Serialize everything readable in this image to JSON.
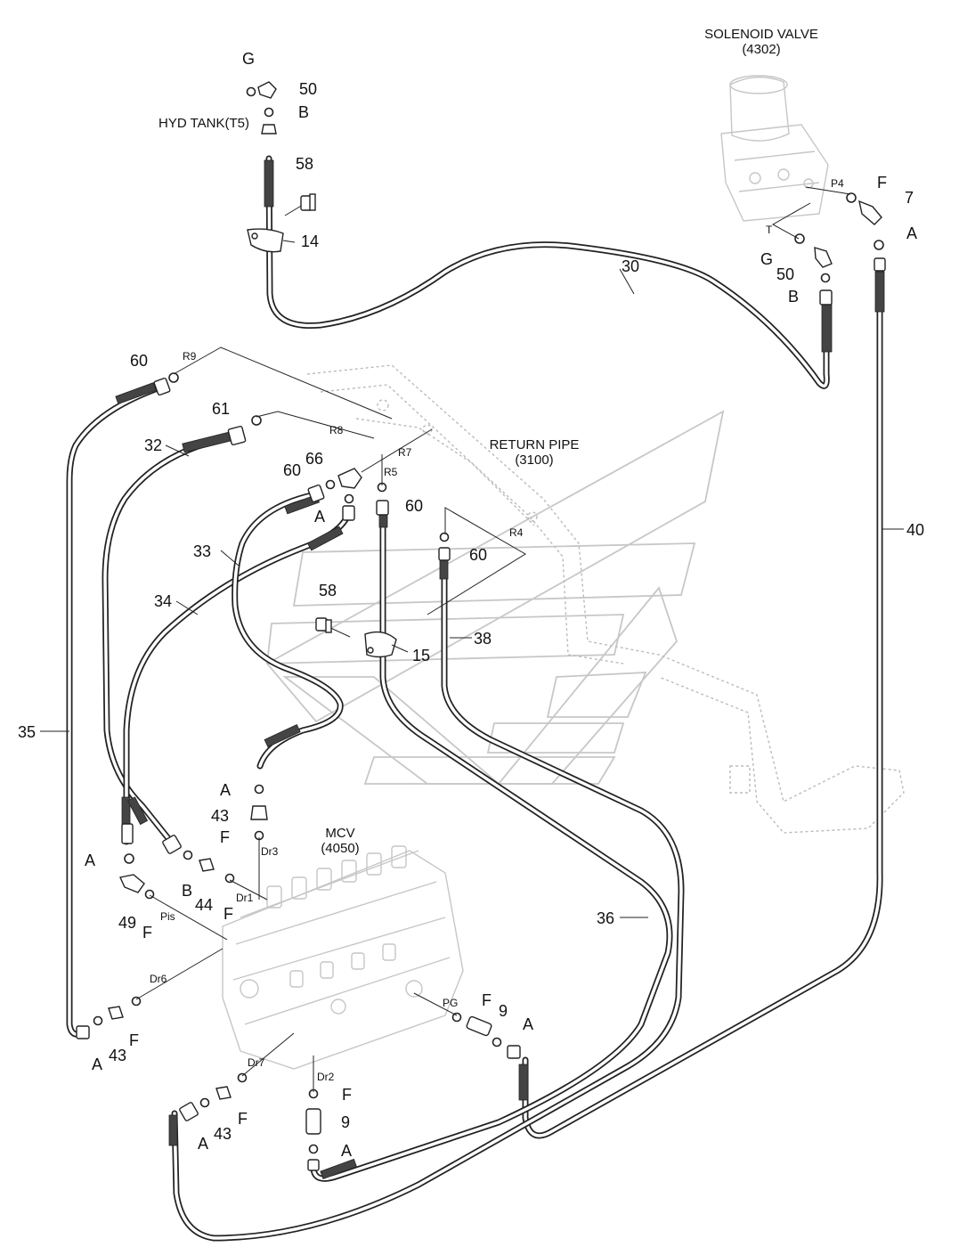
{
  "labels": {
    "solenoid_title": "SOLENOID VALVE",
    "solenoid_code": "(4302)",
    "hyd_tank": "HYD TANK(T5)",
    "return_title": "RETURN PIPE",
    "return_code": "(3100)",
    "mcv_title": "MCV",
    "mcv_code": "(4050)"
  },
  "parts": {
    "p50a": "50",
    "p50b": "50",
    "pB1": "B",
    "pB2": "B",
    "pG1": "G",
    "pG2": "G",
    "p58a": "58",
    "p58b": "58",
    "p14": "14",
    "p30": "30",
    "pF1": "F",
    "p7": "7",
    "pA1": "A",
    "p40": "40",
    "p60a": "60",
    "p60b": "60",
    "p60c": "60",
    "p60d": "60",
    "p61": "61",
    "p32": "32",
    "p66": "66",
    "pA2": "A",
    "p33": "33",
    "p34": "34",
    "p15": "15",
    "p38": "38",
    "p35": "35",
    "pA3": "A",
    "p43a": "43",
    "pF2": "F",
    "pA4": "A",
    "pB3": "B",
    "p44": "44",
    "pF3": "F",
    "p49": "49",
    "pF4": "F",
    "p36": "36",
    "pF5": "F",
    "p9a": "9",
    "pA5": "A",
    "pA6": "A",
    "p43b": "43",
    "pF6": "F",
    "pA7": "A",
    "p43c": "43",
    "pF7": "F",
    "pF8": "F",
    "p9b": "9",
    "pA8": "A"
  },
  "ports": {
    "P4": "P4",
    "T": "T",
    "R9": "R9",
    "R8": "R8",
    "R7": "R7",
    "R5": "R5",
    "R4": "R4",
    "Dr3": "Dr3",
    "Dr1": "Dr1",
    "Pis": "Pis",
    "Dr6": "Dr6",
    "PG": "PG",
    "Dr7": "Dr7",
    "Dr2": "Dr2"
  }
}
